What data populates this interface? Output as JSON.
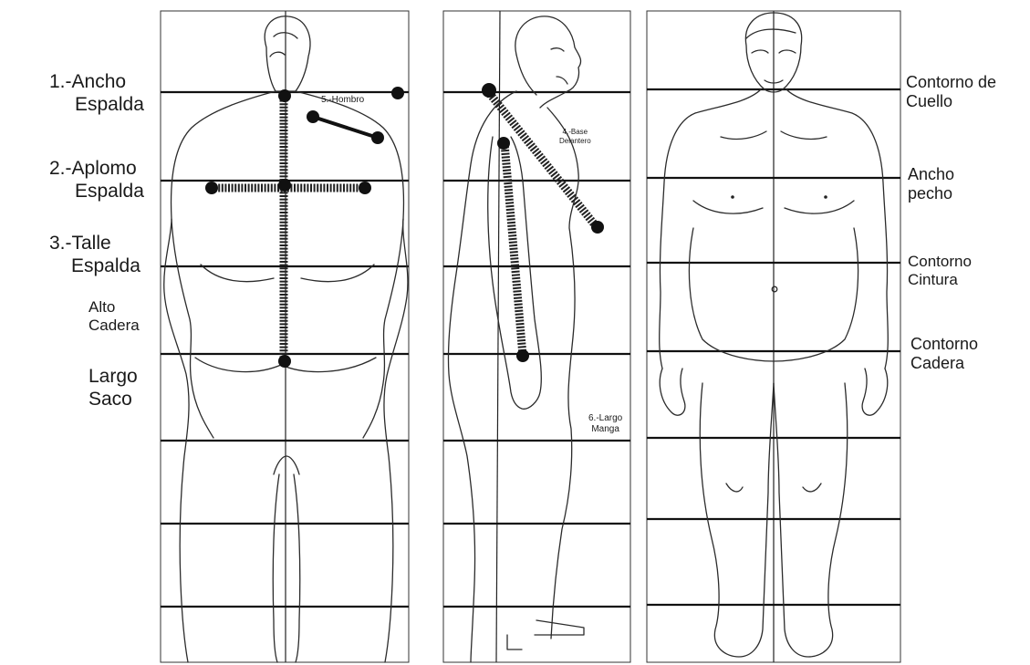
{
  "left_labels": {
    "ancho_espalda": [
      "1.-Ancho",
      "Espalda"
    ],
    "aplomo_espalda": [
      "2.-Aplomo",
      "Espalda"
    ],
    "talle_espalda": [
      "3.-Talle",
      "Espalda"
    ],
    "alto_cadera": [
      "Alto",
      "Cadera"
    ],
    "largo_saco": [
      "Largo",
      "Saco"
    ]
  },
  "figure_labels": {
    "hombro": "5.-Hombro",
    "base_delantero": [
      "4.-Base",
      "Delantero"
    ],
    "largo_manga": [
      "6.-Largo",
      "Manga"
    ]
  },
  "right_labels": {
    "contorno_cuello": [
      "Contorno de",
      "Cuello"
    ],
    "ancho_pecho": [
      "Ancho",
      "pecho"
    ],
    "contorno_cintura": [
      "Contorno",
      "Cintura"
    ],
    "contorno_cadera": [
      "Contorno",
      "Cadera"
    ]
  }
}
